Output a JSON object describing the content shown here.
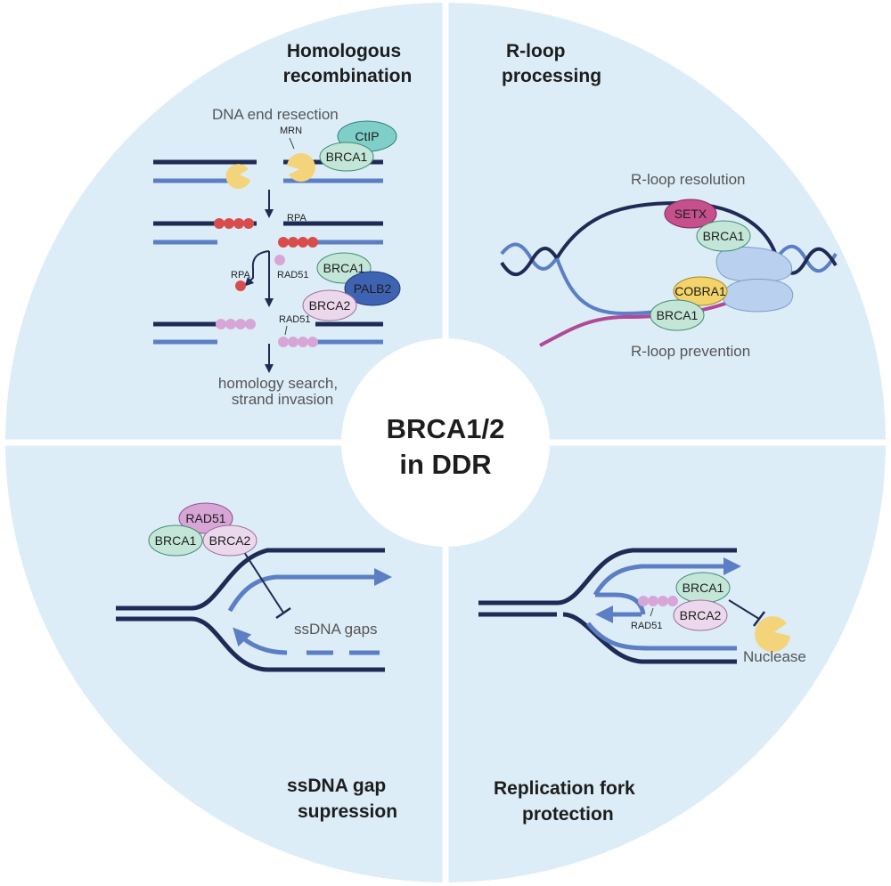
{
  "center": {
    "line1": "BRCA1/2",
    "line2": "in DDR"
  },
  "quadrants": {
    "hr": {
      "title_line1": "Homologous",
      "title_line2": "recombination",
      "step_label": "DNA end resection",
      "mrn": "MRN",
      "ctip": "CtIP",
      "brca1": "BRCA1",
      "rpa_top": "RPA",
      "rpa_side": "RPA",
      "rad51_side": "RAD51",
      "brca1_b": "BRCA1",
      "palb2": "PALB2",
      "brca2": "BRCA2",
      "rad51_bottom": "RAD51",
      "outcome_line1": "homology search,",
      "outcome_line2": "strand invasion"
    },
    "rloop": {
      "title_line1": "R-loop",
      "title_line2": "processing",
      "resolution": "R-loop resolution",
      "setx": "SETX",
      "brca1_top": "BRCA1",
      "cobra1": "COBRA1",
      "brca1_bottom": "BRCA1",
      "prevention": "R-loop prevention"
    },
    "gap": {
      "title_line1": "ssDNA gap",
      "title_line2": "supression",
      "rad51": "RAD51",
      "brca1": "BRCA1",
      "brca2": "BRCA2",
      "gaps_label": "ssDNA gaps"
    },
    "fork": {
      "title_line1": "Replication fork",
      "title_line2": "protection",
      "brca1": "BRCA1",
      "brca2": "BRCA2",
      "rad51": "RAD51",
      "nuclease": "Nuclease"
    }
  },
  "colors": {
    "background_disc": "#dcedf8",
    "dark_strand": "#1f2a55",
    "light_strand": "#5b7ec4",
    "rna": "#b04a96",
    "rpa": "#d84c4c",
    "rad51": "#d8a6d6",
    "brca1": "#c3e6d8",
    "brca2": "#ecd8ec",
    "ctip": "#7fcfc9",
    "palb2": "#3f63b3",
    "setx": "#c6508c",
    "cobra1": "#f3d36a",
    "nuclease": "#f3d47a"
  }
}
